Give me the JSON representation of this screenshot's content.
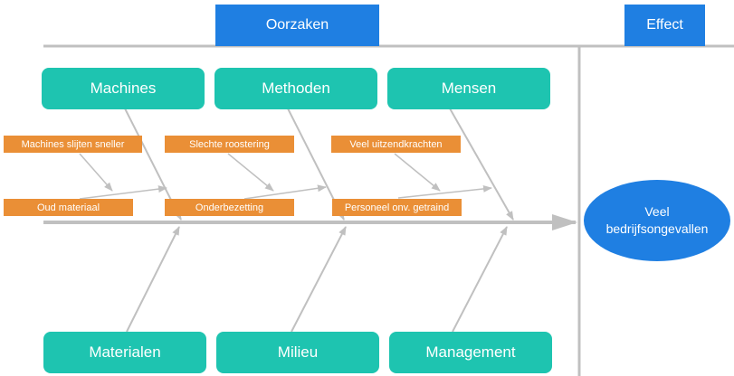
{
  "headers": {
    "causes": "Oorzaken",
    "effect": "Effect"
  },
  "categories": {
    "top": [
      "Machines",
      "Methoden",
      "Mensen"
    ],
    "bottom": [
      "Materialen",
      "Milieu",
      "Management"
    ]
  },
  "causes": {
    "machines_upper": "Machines slijten sneller",
    "machines_lower": "Oud materiaal",
    "methoden_upper": "Slechte roostering",
    "methoden_lower": "Onderbezetting",
    "mensen_upper": "Veel uitzendkrachten",
    "mensen_lower": "Personeel onv. getraind"
  },
  "effect": {
    "line1": "Veel",
    "line2": "bedrijfsongevallen"
  },
  "colors": {
    "header": "#1f7fe2",
    "category": "#1ec4b0",
    "cause": "#ea8f36",
    "line": "#c0c0c0"
  }
}
